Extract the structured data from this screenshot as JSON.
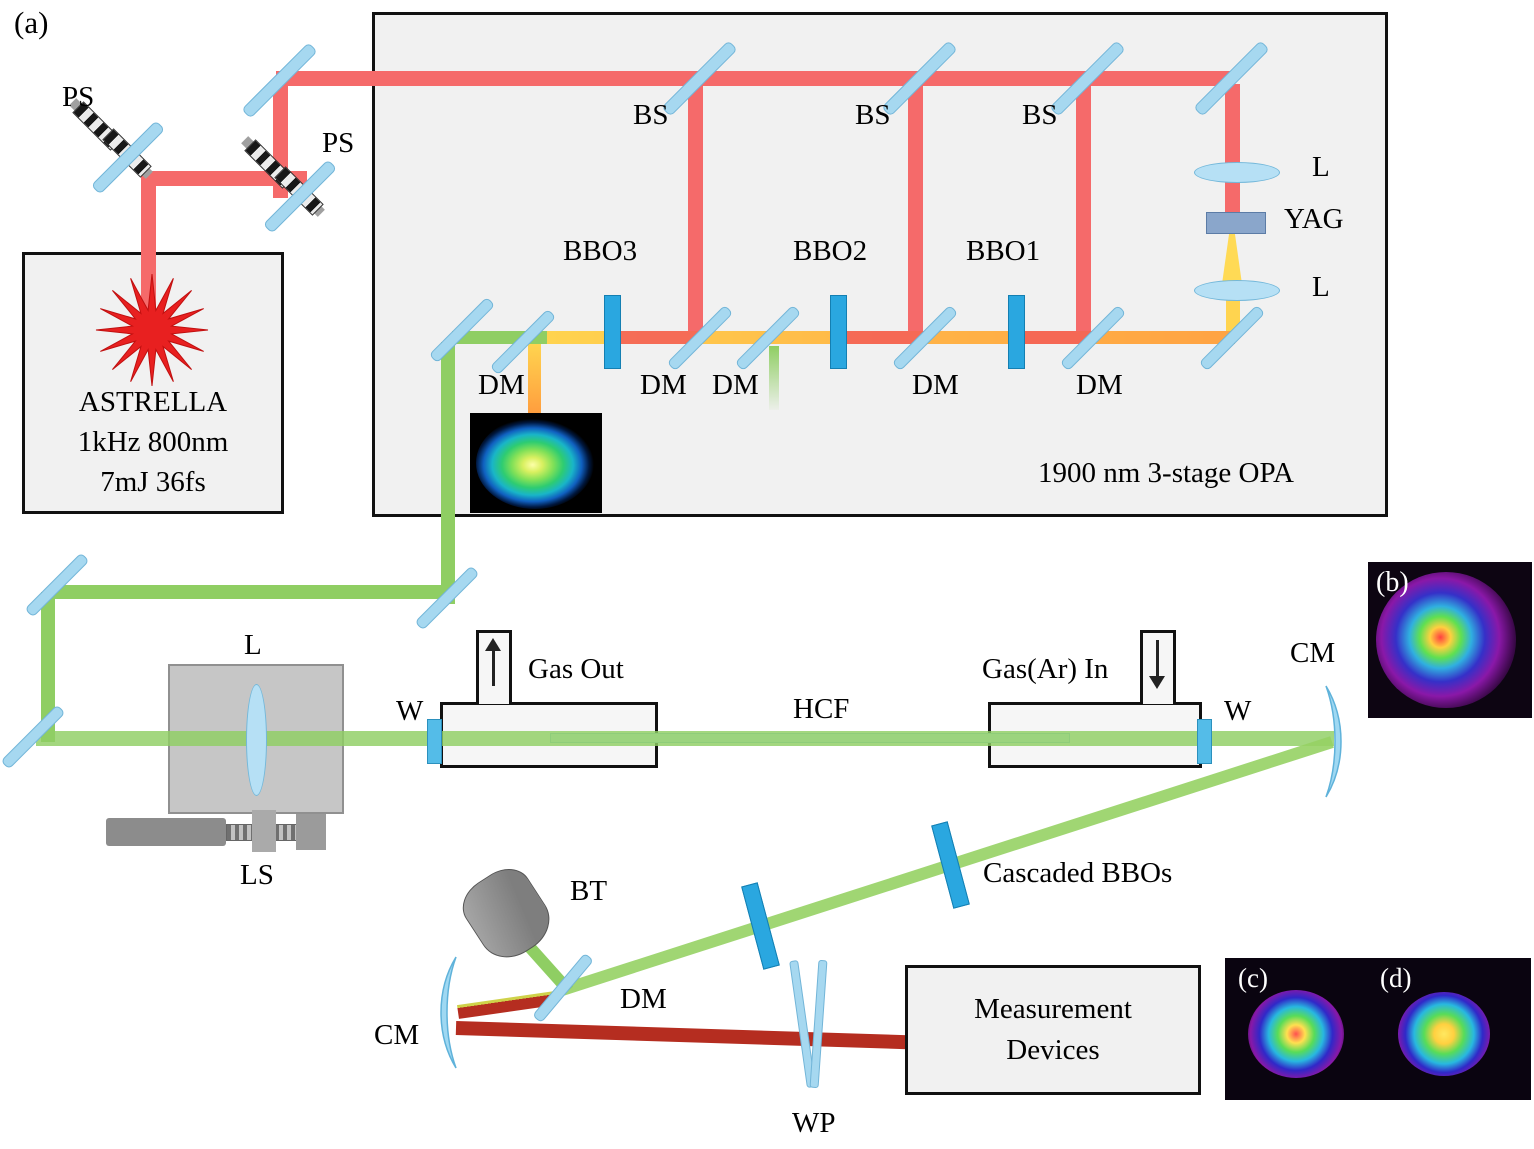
{
  "figure": {
    "panel_a": "(a)",
    "panel_b": "(b)",
    "panel_c": "(c)",
    "panel_d": "(d)"
  },
  "laser_box": {
    "name": "ASTRELLA",
    "spec1": "1kHz 800nm",
    "spec2": "7mJ 36fs"
  },
  "periscopes": {
    "ps1": "PS",
    "ps2": "PS"
  },
  "opa": {
    "title": "1900 nm 3-stage OPA",
    "bs_labels": [
      "BS",
      "BS",
      "BS"
    ],
    "bbo_labels": [
      "BBO3",
      "BBO2",
      "BBO1"
    ],
    "dm_labels": [
      "DM",
      "DM",
      "DM",
      "DM",
      "DM"
    ],
    "lens_top": "L",
    "yag": "YAG",
    "lens_bottom": "L"
  },
  "hcf_stage": {
    "lens": "L",
    "stage": "LS",
    "window_left": "W",
    "gas_out": "Gas Out",
    "fiber": "HCF",
    "gas_in": "Gas(Ar) In",
    "window_right": "W",
    "curved_mirror": "CM"
  },
  "post_compression": {
    "cascaded_bbos": "Cascaded BBOs",
    "beam_trap": "BT",
    "dichroic": "DM",
    "curved_mirror": "CM",
    "wedge_pair": "WP"
  },
  "measurement_box": {
    "line1": "Measurement",
    "line2": "Devices"
  },
  "colors": {
    "beam_800nm": "#f56a6a",
    "beam_1900nm": "#ffc84d",
    "beam_green": "#8fce63",
    "beam_output": "#b52d20",
    "optic": "#a6d8f0",
    "crystal": "#2aa7e0"
  }
}
